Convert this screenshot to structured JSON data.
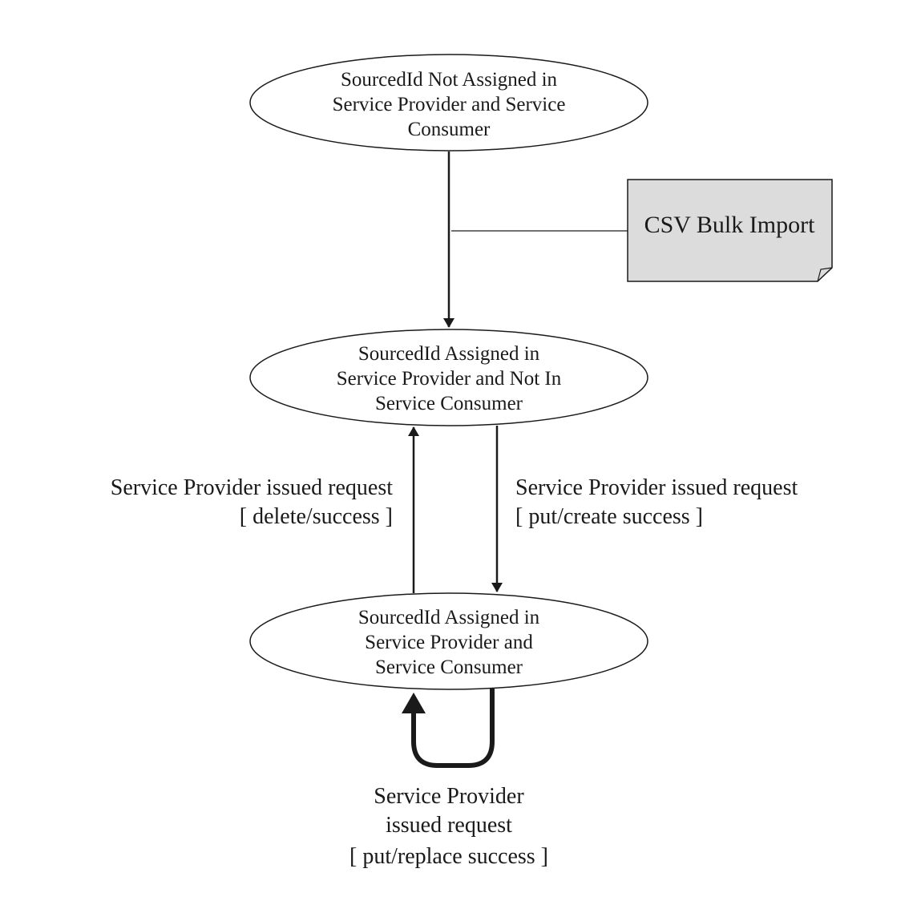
{
  "states": {
    "top": [
      "SourcedId Not Assigned in",
      "Service Provider and Service",
      "Consumer"
    ],
    "middle": [
      "SourcedId Assigned in",
      "Service Provider and Not In",
      "Service Consumer"
    ],
    "bottom": [
      "SourcedId Assigned in",
      "Service Provider and",
      "Service Consumer"
    ]
  },
  "note": {
    "label": "CSV Bulk Import"
  },
  "transitions": {
    "delete": [
      "Service Provider issued request",
      "[ delete/success ]"
    ],
    "create": [
      "Service Provider issued request",
      "[ put/create success ]"
    ],
    "replace": [
      "Service Provider",
      "issued request",
      "[ put/replace success ]"
    ]
  },
  "colors": {
    "stroke": "#1a1a1a",
    "note_fill": "#dcdcdc",
    "background": "#ffffff"
  }
}
